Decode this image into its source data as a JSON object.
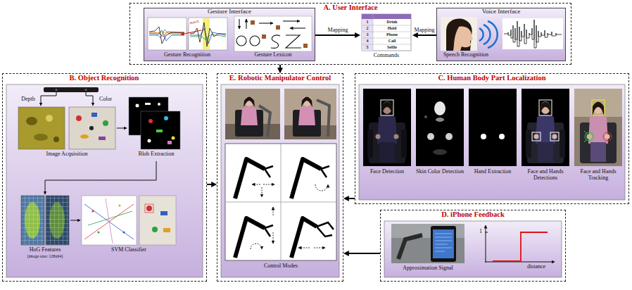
{
  "diagram": {
    "nodes": [
      {
        "text": [
          "A. User Interface"
        ]
      },
      {
        "text": [
          "Gesture Interface",
          "Gesture Recognition",
          "Gesture Lexicon"
        ],
        "in": 0
      },
      {
        "text": [
          "Commands"
        ],
        "in": 0
      },
      {
        "text": [
          "Voice Interface",
          "Speech Recognition"
        ],
        "in": 0
      },
      {
        "text": [
          "B. Object Recognition",
          "Depth",
          "Color",
          "Image Acquisition",
          "Blob Extraction",
          "HoG Features",
          "(image size: 128x64)",
          "SVM Classifier"
        ]
      },
      {
        "text": [
          "E. Robotic Manipulator Control",
          "Control Modes"
        ]
      },
      {
        "text": [
          "C. Human Body Part Localization",
          "Face Detection",
          "Skin Color Detection",
          "Hand Extraction",
          "Face and Hands Detections",
          "Face and Hands Tracking"
        ]
      },
      {
        "text": [
          "D. iPhone Feedback",
          "Approximation Signal"
        ]
      }
    ],
    "edges": [
      {
        "from": 1,
        "to": 2,
        "label": "Mapping",
        "arrow": "to"
      },
      {
        "from": 3,
        "to": 2,
        "label": "Mapping",
        "arrow": "to"
      },
      {
        "from": 0,
        "to": 5,
        "arrow": "to"
      },
      {
        "from": 4,
        "to": 5,
        "arrow": "to"
      },
      {
        "from": 6,
        "to": 5,
        "arrow": "to"
      },
      {
        "from": 7,
        "to": 5,
        "arrow": "to"
      }
    ],
    "labels": [
      "match",
      "1",
      "Drink",
      "2",
      "Hold",
      "3",
      "Phone",
      "4",
      "Call",
      "5",
      "Selfie",
      "1",
      "distance"
    ]
  }
}
